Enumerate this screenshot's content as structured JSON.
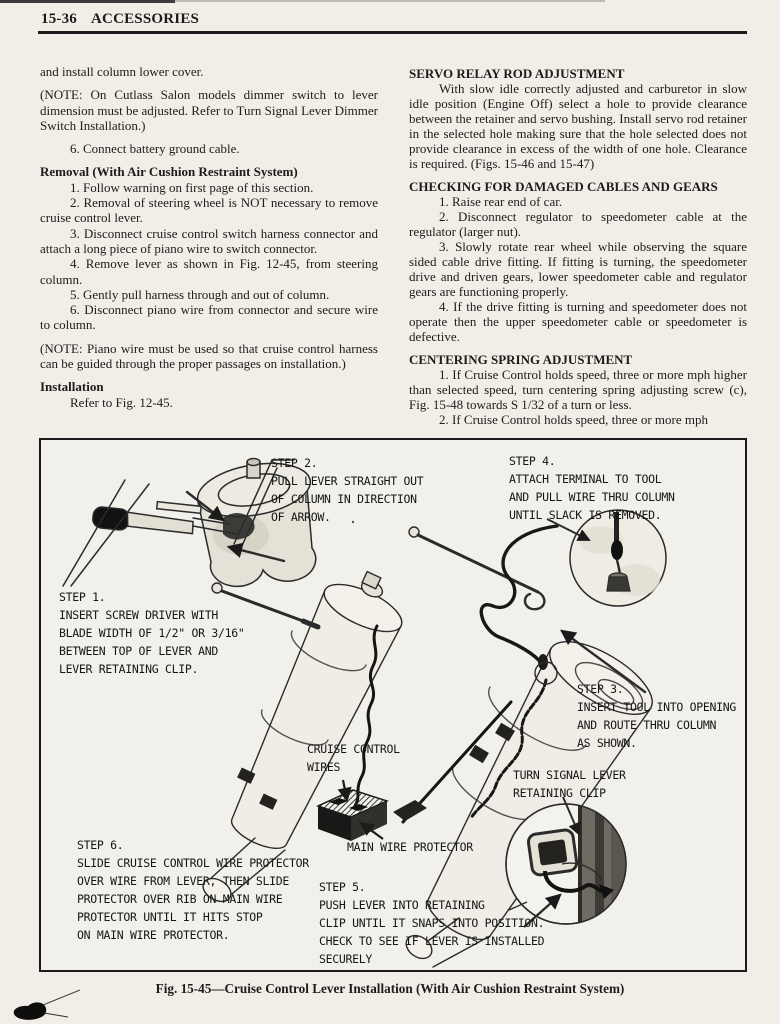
{
  "header": {
    "page_number": "15-36",
    "section_title": "ACCESSORIES"
  },
  "left_column": {
    "intro": "and install column lower cover.",
    "note_dimmer": "(NOTE: On Cutlass Salon models dimmer switch to lever dimension must be adjusted. Refer to Turn Signal Lever Dimmer Switch Installation.)",
    "connect_battery": "6. Connect battery ground cable.",
    "removal": {
      "heading": "Removal (With Air Cushion Restraint System)",
      "steps": [
        "1. Follow warning on first page of this section.",
        "2. Removal of steering wheel is NOT necessary to remove cruise control lever.",
        "3. Disconnect cruise control switch harness connector and attach a long piece of piano wire to switch connector.",
        "4. Remove lever as shown in Fig. 12-45, from steering column.",
        "5. Gently pull harness through and out of column.",
        "6. Disconnect piano wire from connector and secure wire to column."
      ]
    },
    "note_piano_wire": "(NOTE: Piano wire must be used so that cruise control harness can be guided through the proper passages on installation.)",
    "installation": {
      "heading": "Installation",
      "body": "Refer to Fig. 12-45."
    }
  },
  "right_column": {
    "servo": {
      "heading": "SERVO RELAY ROD ADJUSTMENT",
      "body": "With slow idle correctly adjusted and carburetor in slow idle position (Engine Off) select a hole to provide clearance between the retainer and servo bushing. Install servo rod retainer in the selected hole making sure that the hole selected does not provide clearance in excess of the width of one hole. Clearance is required. (Figs. 15-46 and 15-47)"
    },
    "checking": {
      "heading": "CHECKING FOR DAMAGED CABLES AND GEARS",
      "steps": [
        "1. Raise rear end of car.",
        "2. Disconnect regulator to speedometer cable at the regulator (larger nut).",
        "3. Slowly rotate rear wheel while observing the square sided cable drive fitting. If fitting is turning, the speedometer drive and driven gears, lower speedometer cable and regulator gears are functioning properly.",
        "4. If the drive fitting is turning and speedometer does not operate then the upper speedometer cable or speedometer is defective."
      ]
    },
    "centering": {
      "heading": "CENTERING SPRING ADJUSTMENT",
      "steps": [
        "1. If Cruise Control holds speed, three or more mph higher than selected speed, turn centering spring adjusting screw (c), Fig. 15-48 towards S 1/32 of a turn or less.",
        "2. If Cruise Control holds speed, three or more mph"
      ]
    }
  },
  "figure": {
    "callouts": {
      "step1": "STEP 1.\nINSERT SCREW DRIVER WITH\nBLADE WIDTH OF 1/2\" OR 3/16\"\nBETWEEN TOP OF LEVER AND\nLEVER RETAINING CLIP.",
      "step2": "STEP 2.\nPULL LEVER STRAIGHT OUT\nOF COLUMN IN DIRECTION\nOF ARROW.",
      "step3": "STEP 3.\nINSERT TOOL INTO OPENING\nAND ROUTE THRU COLUMN\nAS SHOWN.",
      "step4": "STEP 4.\nATTACH TERMINAL TO TOOL\nAND PULL WIRE THRU COLUMN\nUNTIL SLACK IS REMOVED.",
      "step5": "STEP 5.\nPUSH LEVER INTO RETAINING\nCLIP UNTIL IT SNAPS INTO POSITION.\nCHECK TO SEE IF LEVER IS INSTALLED\nSECURELY",
      "step6": "STEP 6.\nSLIDE CRUISE CONTROL WIRE PROTECTOR\nOVER WIRE FROM LEVER,  THEN SLIDE\nPROTECTOR OVER RIB ON MAIN WIRE\nPROTECTOR UNTIL IT HITS STOP\nON MAIN WIRE PROTECTOR.",
      "cruise_control_wires": "CRUISE CONTROL\nWIRES",
      "main_wire_protector": "MAIN WIRE PROTECTOR",
      "turn_signal_clip": "TURN SIGNAL LEVER\nRETAINING CLIP"
    },
    "caption": "Fig. 15-45—Cruise Control Lever Installation (With Air Cushion Restraint System)"
  },
  "colors": {
    "paper": "#f1eee8",
    "ink": "#1b1b1b"
  }
}
